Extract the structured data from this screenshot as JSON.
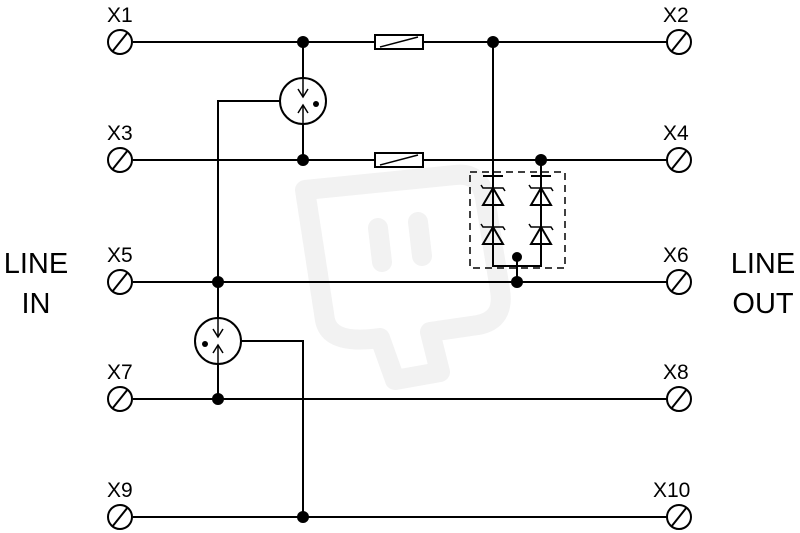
{
  "terminals": {
    "x1": "X1",
    "x2": "X2",
    "x3": "X3",
    "x4": "X4",
    "x5": "X5",
    "x6": "X6",
    "x7": "X7",
    "x8": "X8",
    "x9": "X9",
    "x10": "X10"
  },
  "labels": {
    "line_in": [
      "LINE",
      "IN"
    ],
    "line_out": [
      "LINE",
      "OUT"
    ]
  },
  "colors": {
    "ink": "#000000",
    "watermark": "#f2f2f2",
    "background": "#ffffff"
  },
  "icons": {
    "terminal": "screw-terminal-icon",
    "fuse": "fuse-icon",
    "gas_discharge_tube": "gas-discharge-tube-icon",
    "tvs_diode": "tvs-diode-icon",
    "watermark": "plug-watermark-icon"
  }
}
